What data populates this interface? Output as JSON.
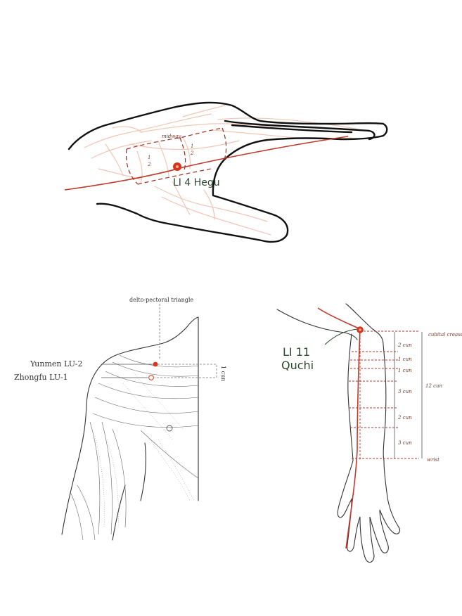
{
  "hand": {
    "midway_label": "midway",
    "half_numerator": "1",
    "half_denominator": "2",
    "point_label": "LI 4 Hegu"
  },
  "shoulder": {
    "triangle_label": "delto-pectoral triangle",
    "point_upper_label": "Yunmen LU-2",
    "point_lower_label": "Zhongfu LU-1",
    "distance_label": "1 cun"
  },
  "arm": {
    "point_label_code": "LI 11",
    "point_label_name": "Quchi",
    "top_mark_label": "cubital crease",
    "bottom_mark_label": "wrist",
    "total_label": "12 cun",
    "segments": [
      {
        "label": "2 cun"
      },
      {
        "label": "1 cun"
      },
      {
        "label": "1 cun"
      },
      {
        "label": "3 cun"
      },
      {
        "label": "2 cun"
      },
      {
        "label": "3 cun"
      }
    ]
  },
  "colors": {
    "point_red": "#d9331b",
    "meridian_red": "#c0392b",
    "label_green": "#2e4a2e"
  }
}
